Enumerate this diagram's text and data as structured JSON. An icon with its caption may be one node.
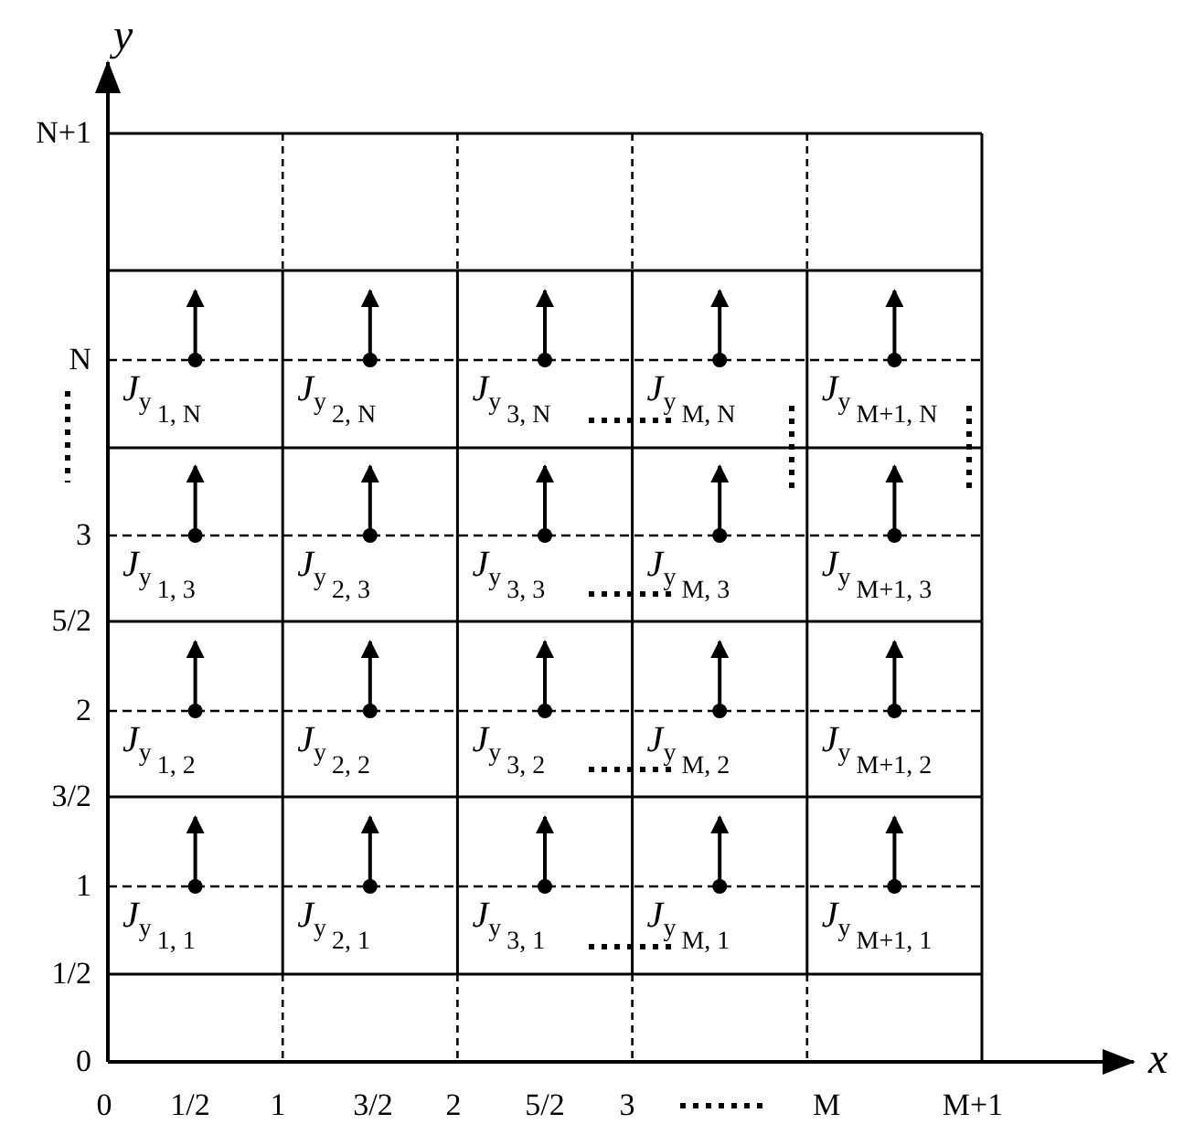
{
  "diagram": {
    "labels": [
      "y",
      "N+1",
      "N",
      "3",
      "5/2",
      "2",
      "3/2",
      "1",
      "1/2",
      "0",
      "*J*$_{y}$$_{1, N}$",
      "*J*$_{y}$$_{2, N}$",
      "*J*$_{y}$$_{3, N}$",
      "*J*$_{y}$$_{M, N}$",
      "*J*$_{y}$$_{M+1, N}$",
      "*J*$_{y}$$_{1, 3}$",
      "*J*$_{y}$$_{2, 3}$",
      "*J*$_{y}$$_{3, 3}$",
      "*J*$_{y}$$_{M, 3}$",
      "*J*$_{y}$$_{M+1, 3}$",
      "*J*$_{y}$$_{1, 2}$",
      "*J*$_{y}$$_{2, 2}$",
      "*J*$_{y}$$_{3, 2}$",
      "*J*$_{y}$$_{M, 2}$",
      "*J*$_{y}$$_{M+1, 2}$",
      "*J*$_{y}$$_{1, 1}$",
      "*J*$_{y}$$_{2, 1}$",
      "*J*$_{y}$$_{3, 1}$",
      "*J*$_{y}$$_{M, 1}$",
      "*J*$_{y}$$_{M+1, 1}$",
      "0",
      "1/2",
      "1",
      "3/2",
      "2",
      "5/2",
      "3",
      "M",
      "M+1",
      "x"
    ]
  }
}
